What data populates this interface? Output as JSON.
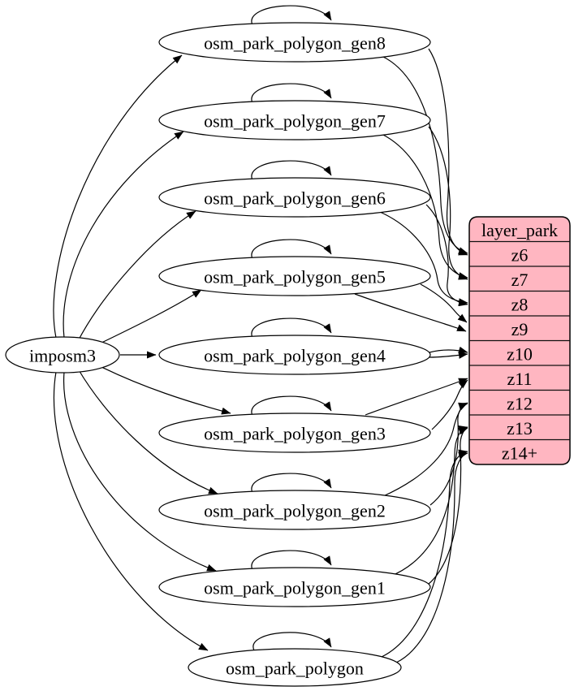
{
  "diagram": {
    "background": "#ffffff",
    "edge_color": "#000000",
    "source_node": {
      "label": "imposm3"
    },
    "tables": [
      {
        "label": "osm_park_polygon_gen8",
        "serves_zoom": "z6"
      },
      {
        "label": "osm_park_polygon_gen7",
        "serves_zoom": "z7"
      },
      {
        "label": "osm_park_polygon_gen6",
        "serves_zoom": "z8"
      },
      {
        "label": "osm_park_polygon_gen5",
        "serves_zoom": "z9"
      },
      {
        "label": "osm_park_polygon_gen4",
        "serves_zoom": "z10"
      },
      {
        "label": "osm_park_polygon_gen3",
        "serves_zoom": "z11"
      },
      {
        "label": "osm_park_polygon_gen2",
        "serves_zoom": "z12"
      },
      {
        "label": "osm_park_polygon_gen1",
        "serves_zoom": "z13"
      },
      {
        "label": "osm_park_polygon",
        "serves_zoom": "z14+"
      }
    ],
    "layer_record": {
      "header": "layer_park",
      "rows": [
        "z6",
        "z7",
        "z8",
        "z9",
        "z10",
        "z11",
        "z12",
        "z13",
        "z14+"
      ],
      "fill": "#ffb6c1",
      "stroke": "#000000"
    },
    "edges": {
      "from_source_to": [
        "osm_park_polygon_gen8",
        "osm_park_polygon_gen7",
        "osm_park_polygon_gen6",
        "osm_park_polygon_gen5",
        "osm_park_polygon_gen4",
        "osm_park_polygon_gen3",
        "osm_park_polygon_gen2",
        "osm_park_polygon_gen1",
        "osm_park_polygon"
      ],
      "self_loops": [
        "osm_park_polygon_gen8",
        "osm_park_polygon_gen7",
        "osm_park_polygon_gen6",
        "osm_park_polygon_gen5",
        "osm_park_polygon_gen4",
        "osm_park_polygon_gen3",
        "osm_park_polygon_gen2",
        "osm_park_polygon_gen1",
        "osm_park_polygon"
      ],
      "table_to_layer": [
        {
          "from": "osm_park_polygon_gen8",
          "to": "z6",
          "lines": 2
        },
        {
          "from": "osm_park_polygon_gen7",
          "to": "z7",
          "lines": 2
        },
        {
          "from": "osm_park_polygon_gen6",
          "to": "z8",
          "lines": 2
        },
        {
          "from": "osm_park_polygon_gen5",
          "to": "z9",
          "lines": 2
        },
        {
          "from": "osm_park_polygon_gen4",
          "to": "z10",
          "lines": 2
        },
        {
          "from": "osm_park_polygon_gen3",
          "to": "z11",
          "lines": 2
        },
        {
          "from": "osm_park_polygon_gen2",
          "to": "z12",
          "lines": 2
        },
        {
          "from": "osm_park_polygon_gen1",
          "to": "z13",
          "lines": 2
        },
        {
          "from": "osm_park_polygon",
          "to": "z14+",
          "lines": 2
        }
      ]
    }
  }
}
